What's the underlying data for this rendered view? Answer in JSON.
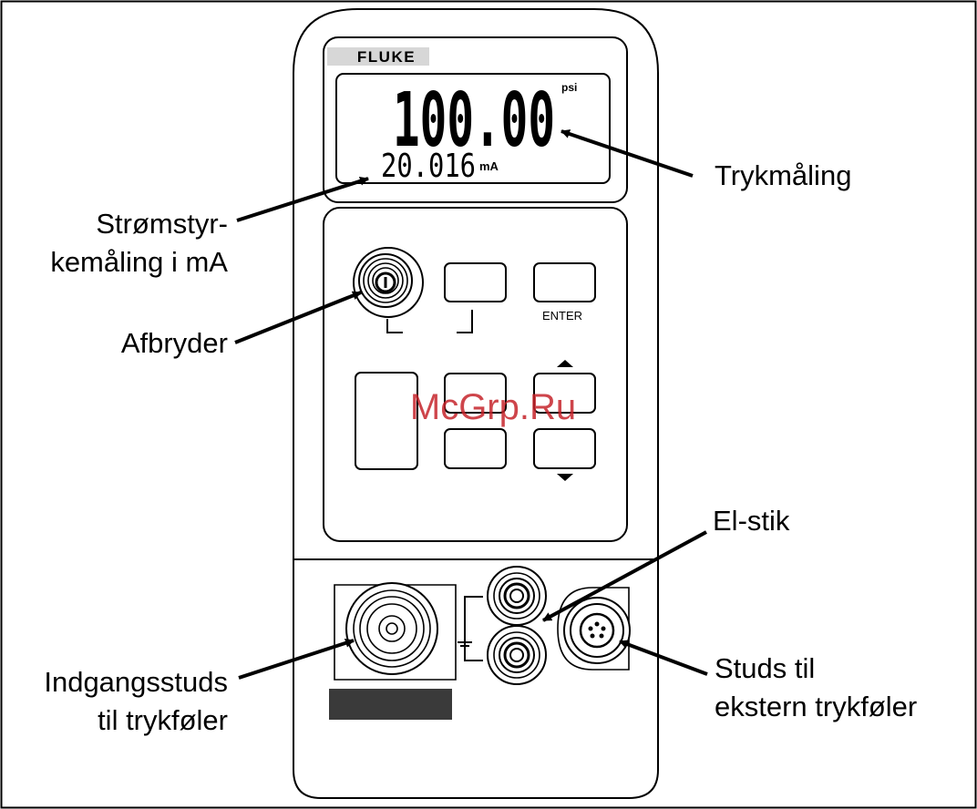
{
  "device": {
    "brand": "FLUKE",
    "display": {
      "primary_value": "100.00",
      "primary_unit": "psi",
      "secondary_value": "20.016",
      "secondary_unit": "mA"
    },
    "keys": {
      "enter_label": "ENTER"
    }
  },
  "watermark": "McGrp.Ru",
  "callouts": {
    "pressure": "Trykmåling",
    "current_line1": "Strømstyr-",
    "current_line2": "kemåling i mA",
    "power": "Afbryder",
    "electrical": "El-stik",
    "input_line1": "Indgangsstuds",
    "input_line2": "til trykføler",
    "external_line1": "Studs til",
    "external_line2": "ekstern trykføler"
  }
}
